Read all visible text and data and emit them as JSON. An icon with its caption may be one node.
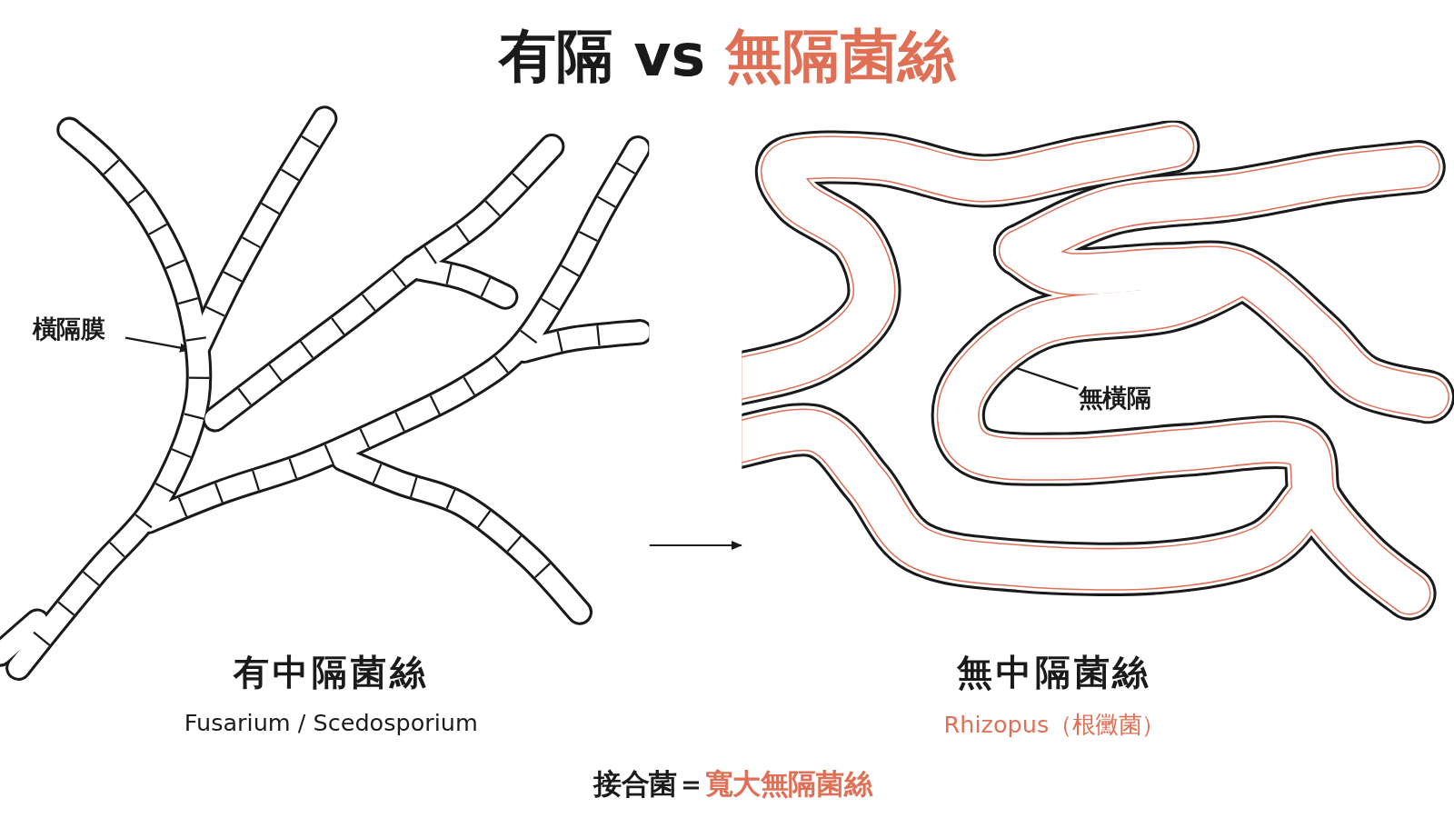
{
  "diagram": {
    "title": "有隔 vs **無隔菌絲**",
    "caption": "接合菌＝**寬大無隔菌絲**",
    "nodes": [
      {
        "text": [
          "有中隔菌絲",
          "Fusarium / Scedosporium"
        ]
      },
      {
        "text": [
          "無中隔菌絲",
          "Rhizopus（根黴菌）"
        ]
      },
      {
        "text": [
          "橫隔膜"
        ],
        "in": 0
      },
      {
        "text": [
          "無橫隔"
        ],
        "in": 1
      }
    ],
    "edges": [
      {
        "from": 0,
        "to": 1,
        "arrow": "to"
      },
      {
        "from": 2,
        "to": null,
        "arrow": "to"
      },
      {
        "from": 3,
        "to": null,
        "arrow": "to"
      }
    ]
  }
}
